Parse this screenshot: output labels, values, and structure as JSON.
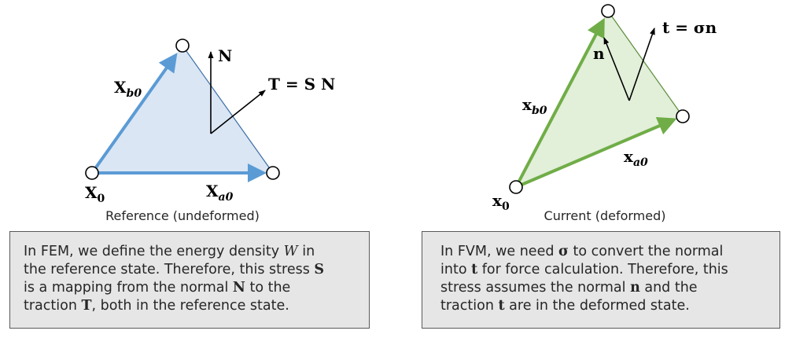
{
  "colors": {
    "reference_arrow": "#5b9bd5",
    "reference_fill": "#dae6f4",
    "current_arrow": "#70ad47",
    "current_fill": "#e2efd9",
    "note_background": "#e7e6e6"
  },
  "reference": {
    "caption": "Reference (undeformed)",
    "label_x0": "X",
    "label_x0_sub": "0",
    "label_xa0": "X",
    "label_xa0_sub": "a0",
    "label_xb0": "X",
    "label_xb0_sub": "b0",
    "label_normal": "N",
    "label_traction": "T = S N"
  },
  "current": {
    "caption": "Current (deformed)",
    "label_x0": "x",
    "label_x0_sub": "0",
    "label_xa0": "x",
    "label_xa0_sub": "a0",
    "label_xb0": "x",
    "label_xb0_sub": "b0",
    "label_normal": "n",
    "label_traction": "t = σn"
  },
  "notes": {
    "left": {
      "l1_a": "In FEM, we define the energy density ",
      "l1_sym": "W",
      "l1_b": " in",
      "l2_a": "the reference state.  Therefore, this stress ",
      "l2_sym": "S",
      "l3_a": "is a mapping from the normal ",
      "l3_sym": "N",
      "l3_b": " to the",
      "l4_a": "traction ",
      "l4_sym": "T",
      "l4_b": ", both in the reference state."
    },
    "right": {
      "l1_a": "In FVM, we need ",
      "l1_sym": "σ",
      "l1_b": " to convert the normal",
      "l2_a": "into ",
      "l2_sym": "t",
      "l2_b": " for force calculation. Therefore, this",
      "l3_a": "stress assumes the normal ",
      "l3_sym": "n",
      "l3_b": " and the",
      "l4_a": "traction ",
      "l4_sym": "t",
      "l4_b": " are in the deformed state."
    }
  }
}
